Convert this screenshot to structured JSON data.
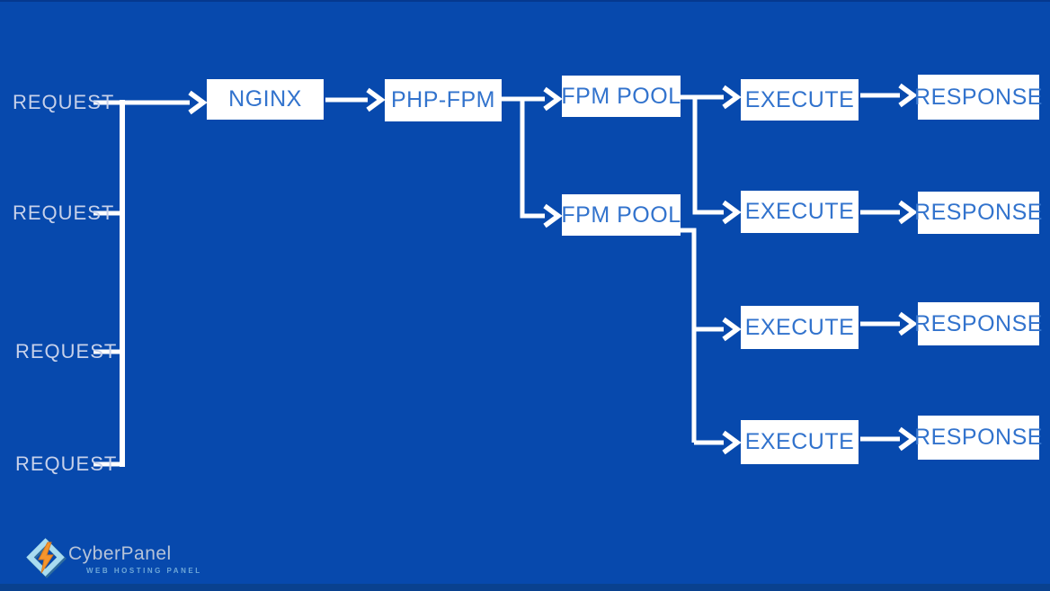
{
  "colors": {
    "background": "#0749ad",
    "top_strip": "#05388f",
    "bottom_strip": "#09418f",
    "box_fill": "#ffffff",
    "box_text": "#3273cd",
    "request_text": "#c7d1ea",
    "connector": "#ffffff",
    "logo_name_text": "#b6c3d8",
    "logo_tagline_text": "#6fa8d8",
    "logo_diamond_light": "#a9dcf0",
    "logo_diamond_shadow": "#2f6d9e",
    "logo_bolt": "#f5952d"
  },
  "diagram": {
    "requests": [
      {
        "label": "REQUEST"
      },
      {
        "label": "REQUEST"
      },
      {
        "label": "REQUEST"
      },
      {
        "label": "REQUEST"
      }
    ],
    "nginx": {
      "label": "NGINX"
    },
    "php_fpm": {
      "label": "PHP-FPM"
    },
    "fpm_pools": [
      {
        "label": "FPM POOL"
      },
      {
        "label": "FPM POOL"
      }
    ],
    "executes": [
      {
        "label": "EXECUTE"
      },
      {
        "label": "EXECUTE"
      },
      {
        "label": "EXECUTE"
      },
      {
        "label": "EXECUTE"
      }
    ],
    "responses": [
      {
        "label": "RESPONSE"
      },
      {
        "label": "RESPONSE"
      },
      {
        "label": "RESPONSE"
      },
      {
        "label": "RESPONSE"
      }
    ]
  },
  "logo": {
    "name": "CyberPanel",
    "tagline": "WEB HOSTING PANEL"
  }
}
